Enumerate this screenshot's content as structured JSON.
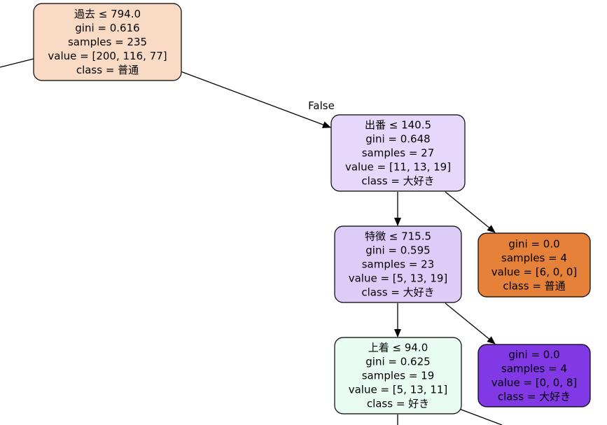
{
  "tree": {
    "nodes": [
      {
        "id": "root",
        "lines": [
          "過去 ≤ 794.0",
          "gini = 0.616",
          "samples = 235",
          "value = [200, 116, 77]",
          "class = 普通"
        ],
        "fill": "#f8dac5"
      },
      {
        "id": "n1",
        "lines": [
          "出番 ≤ 140.5",
          "gini = 0.648",
          "samples = 27",
          "value = [11, 13, 19]",
          "class = 大好き"
        ],
        "fill": "#e6d8fa"
      },
      {
        "id": "n2",
        "lines": [
          "特徴 ≤ 715.5",
          "gini = 0.595",
          "samples = 23",
          "value = [5, 13, 19]",
          "class = 大好き"
        ],
        "fill": "#ddcbf8"
      },
      {
        "id": "leaf1",
        "lines": [
          "gini = 0.0",
          "samples = 4",
          "value = [6, 0, 0]",
          "class = 普通"
        ],
        "fill": "#e58139"
      },
      {
        "id": "n3",
        "lines": [
          "上着 ≤ 94.0",
          "gini = 0.625",
          "samples = 19",
          "value = [5, 13, 11]",
          "class = 好き"
        ],
        "fill": "#e9fcf2"
      },
      {
        "id": "leaf2",
        "lines": [
          "gini = 0.0",
          "samples = 4",
          "value = [0, 0, 8]",
          "class = 大好き"
        ],
        "fill": "#8139e5"
      }
    ],
    "edge_label": "False"
  }
}
